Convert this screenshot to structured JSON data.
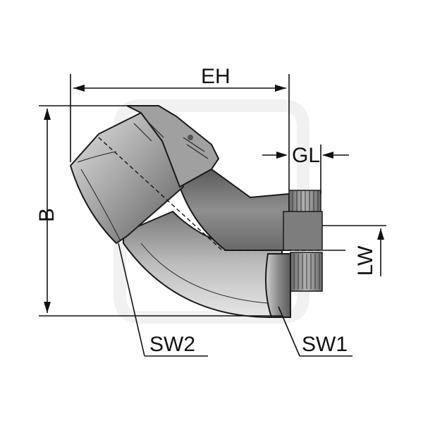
{
  "labels": {
    "eh": "EH",
    "b": "B",
    "gl": "GL",
    "lw": "LW",
    "sw2": "SW2",
    "sw1": "SW1"
  },
  "colors": {
    "body_dark": "#6e6e6e",
    "body_mid": "#9a9a9a",
    "body_light": "#d6d6d6",
    "thread": "#8a8a8a",
    "line": "#111111"
  }
}
